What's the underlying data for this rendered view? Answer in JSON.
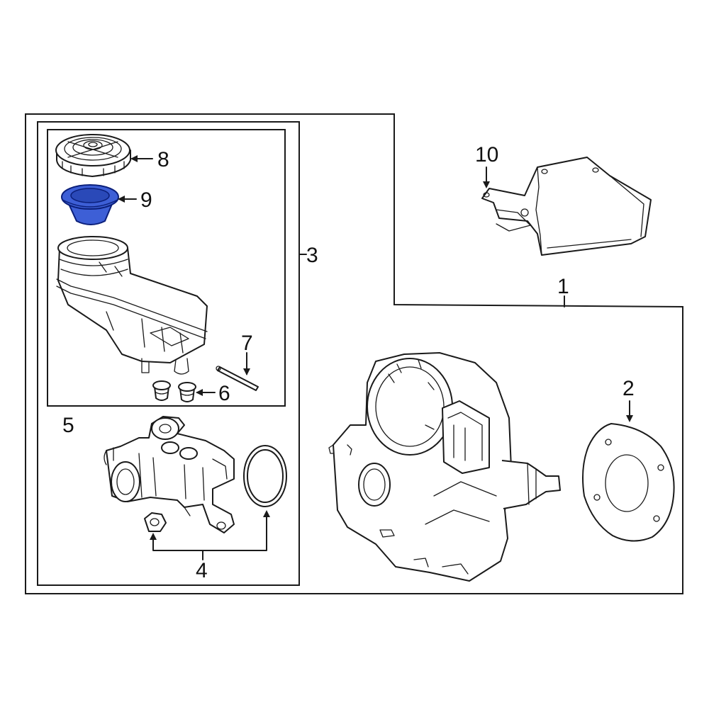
{
  "callouts": {
    "c1": "1",
    "c2": "2",
    "c3": "3",
    "c4": "4",
    "c5": "5",
    "c6": "6",
    "c7": "7",
    "c8": "8",
    "c9": "9",
    "c10": "10"
  },
  "colors": {
    "line": "#1a1a1a",
    "highlight_fill": "#3d5fd6",
    "highlight_stroke": "#0b1f7a",
    "background": "#ffffff"
  },
  "highlighted_part": "9"
}
